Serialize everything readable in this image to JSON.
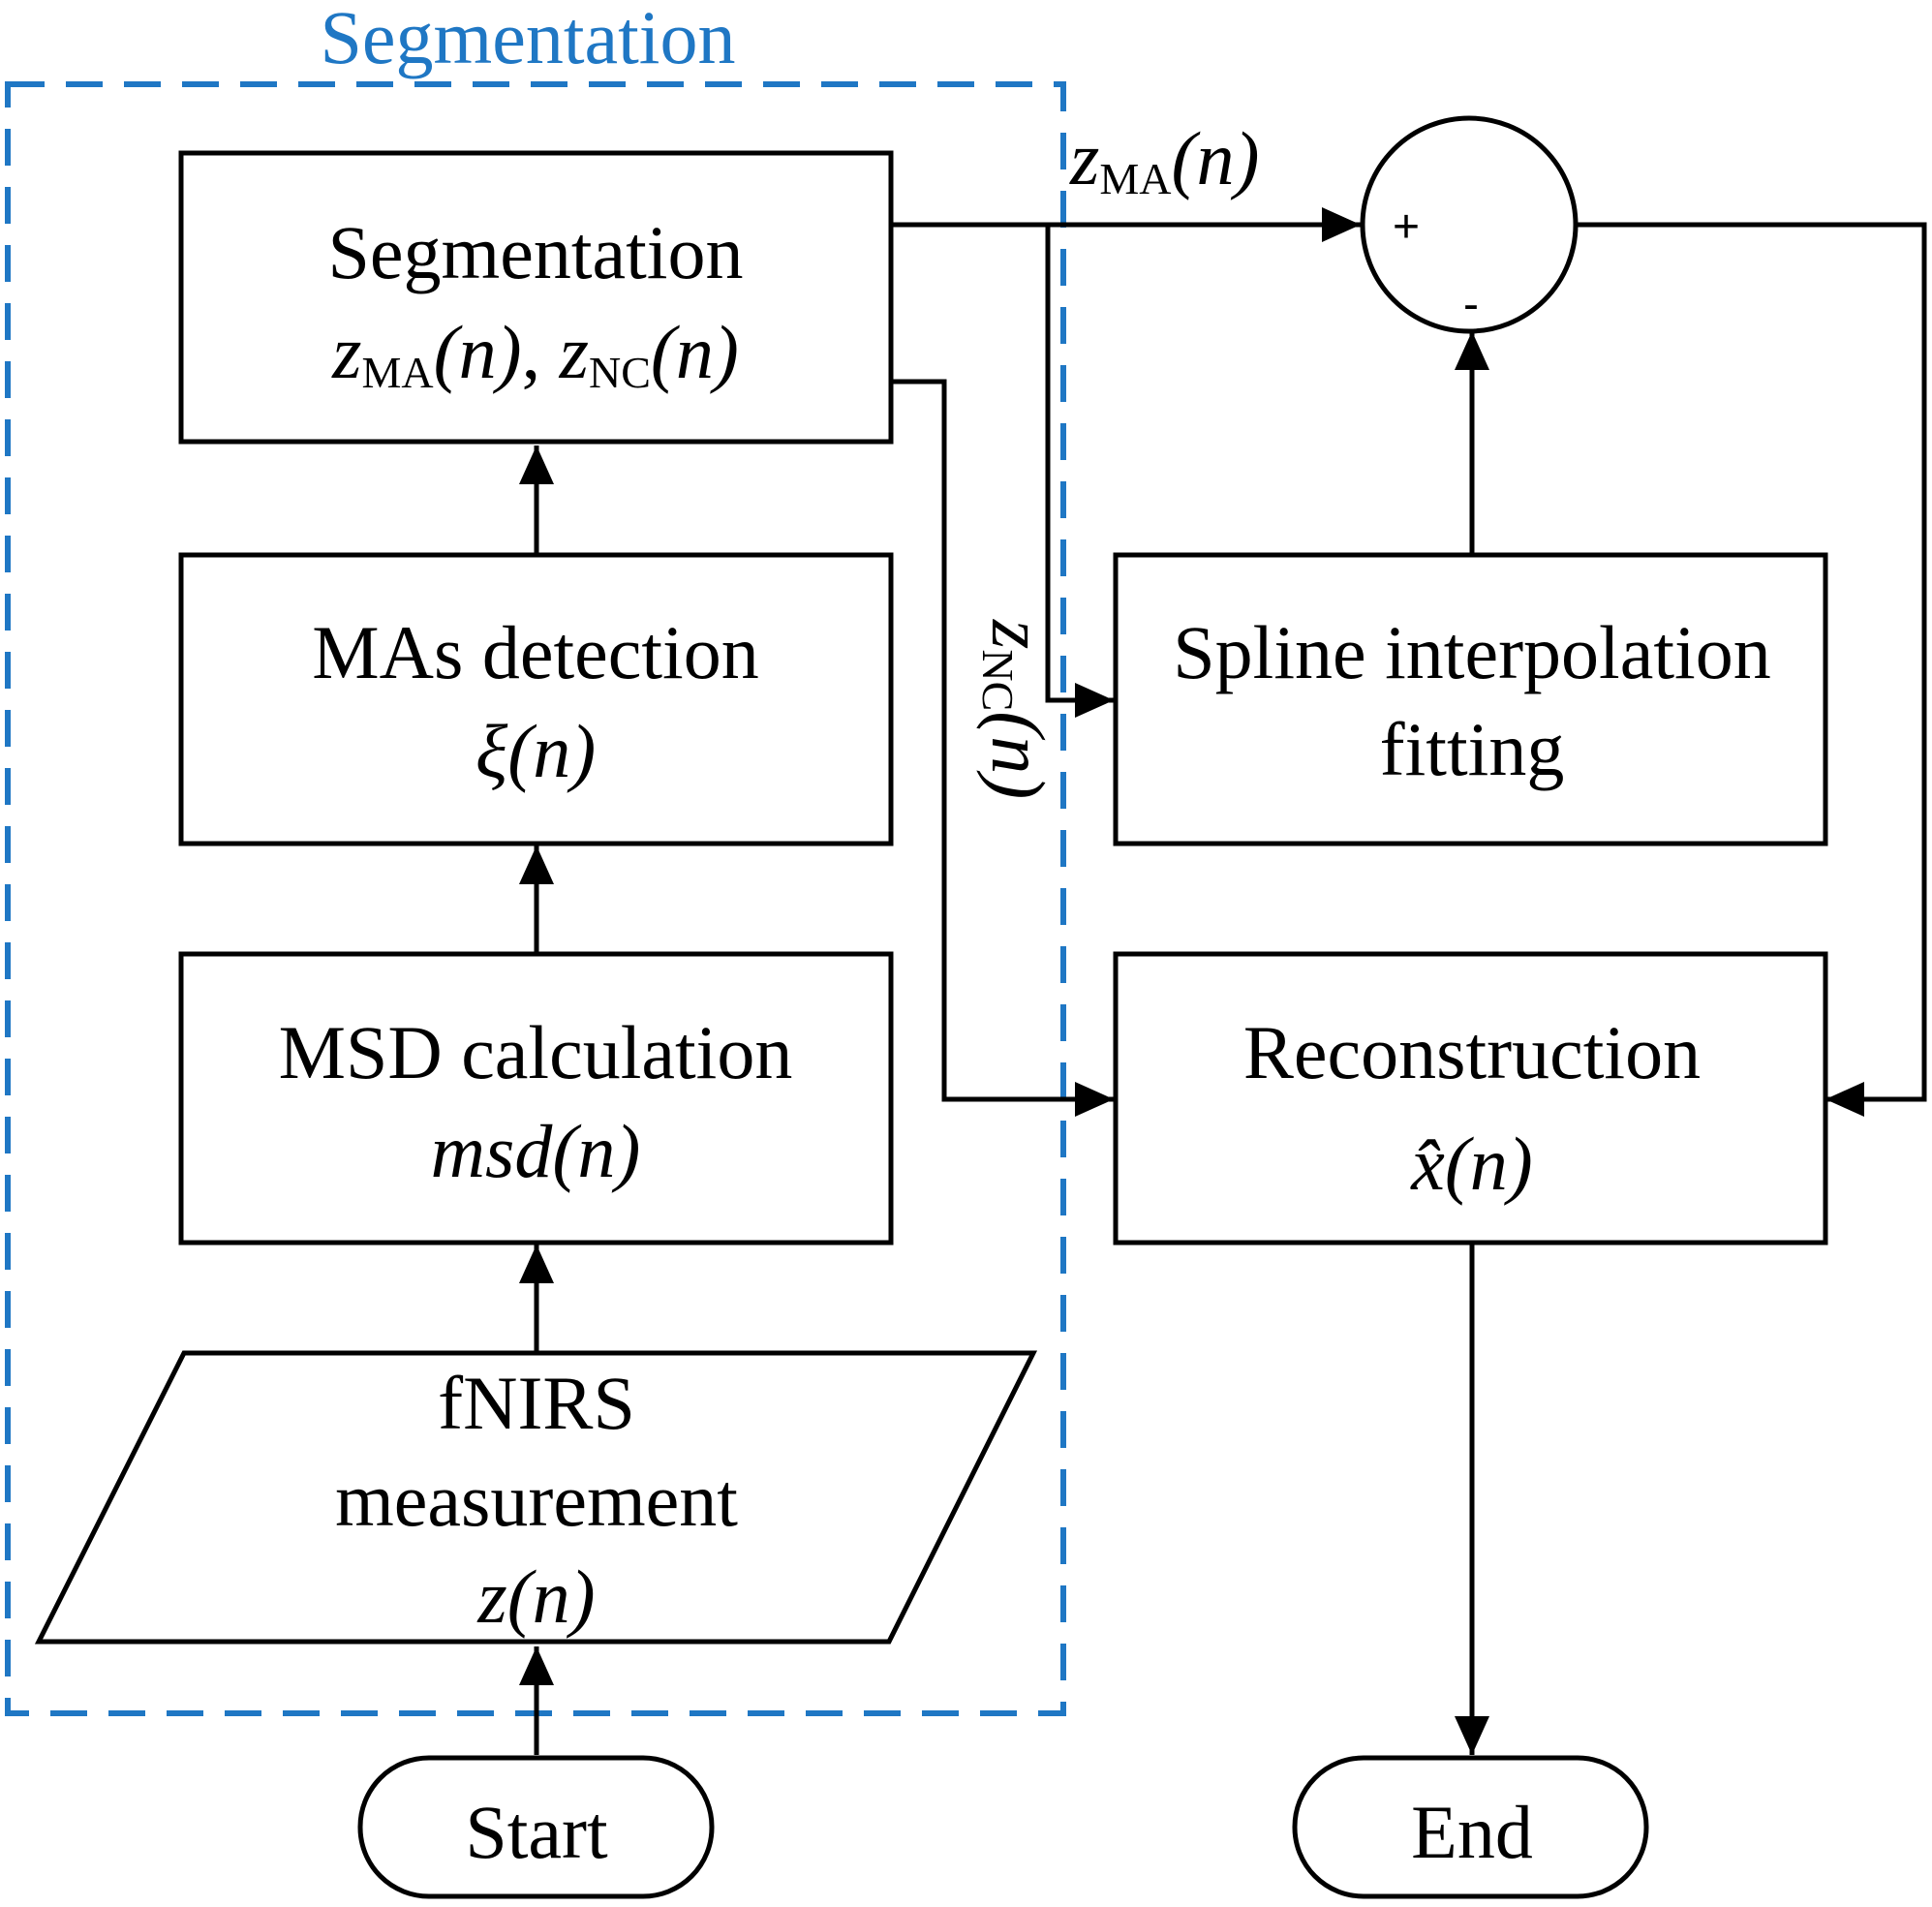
{
  "segmentation_title": "Segmentation",
  "colors": {
    "dashed_region": "#1f77c4",
    "stroke": "#000000"
  },
  "nodes": {
    "segmentation": {
      "title": "Segmentation",
      "formula_a_var": "z",
      "formula_a_sub": "MA",
      "formula_a_arg": "(n)",
      "formula_sep": ", ",
      "formula_b_var": "z",
      "formula_b_sub": "NC",
      "formula_b_arg": "(n)"
    },
    "mas_detection": {
      "title": "MAs detection",
      "formula_var": "ξ",
      "formula_arg": "(n)"
    },
    "msd_calculation": {
      "title": "MSD calculation",
      "formula_var": "msd",
      "formula_arg": "(n)"
    },
    "fnirs": {
      "line1": "fNIRS",
      "line2": "measurement",
      "formula_var": "z",
      "formula_arg": "(n)"
    },
    "start": {
      "label": "Start"
    },
    "spline": {
      "line1": "Spline interpolation",
      "line2": "fitting"
    },
    "reconstruction": {
      "title": "Reconstruction",
      "formula_var": "x̂",
      "formula_arg": "(n)"
    },
    "end": {
      "label": "End"
    },
    "summing_junction": {
      "plus": "+",
      "minus": "-"
    }
  },
  "edge_labels": {
    "z_ma": {
      "var": "z",
      "sub": "MA",
      "arg": "(n)"
    },
    "z_nc": {
      "var": "z",
      "sub": "NC",
      "arg": "(n)"
    }
  },
  "icons": [
    "arrowhead-icon"
  ]
}
